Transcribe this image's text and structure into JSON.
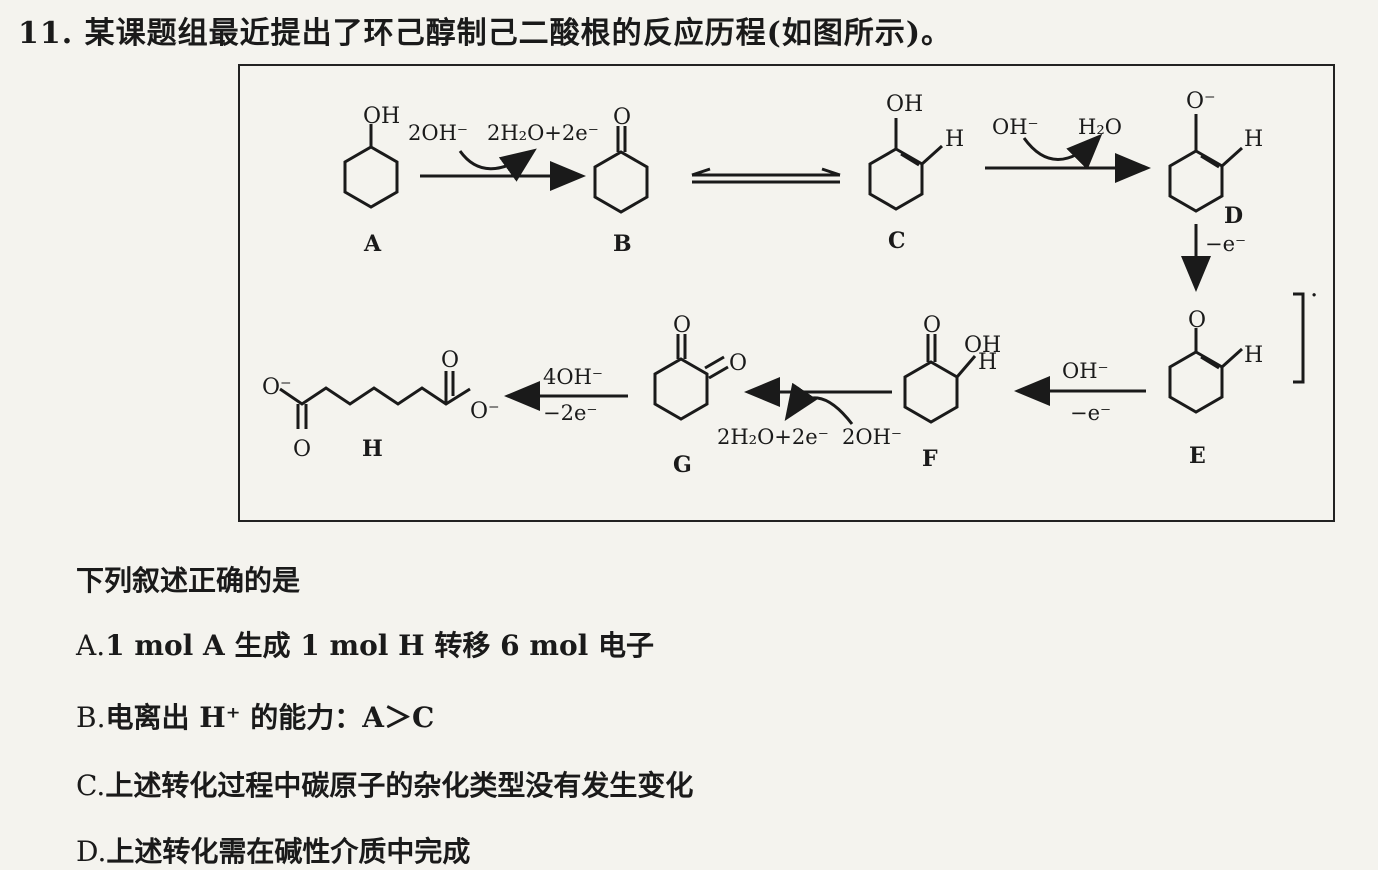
{
  "question": {
    "title": "11. 某课题组最近提出了环己醇制己二酸根的反应历程(如图所示)。",
    "stem": "下列叙述正确的是"
  },
  "diagram": {
    "compounds": {
      "A": "A",
      "B": "B",
      "C": "C",
      "D": "D",
      "E": "E",
      "F": "F",
      "G": "G",
      "H": "H"
    },
    "substituents": {
      "oh": "OH",
      "o": "O",
      "o_minus": "O⁻",
      "h": "H"
    },
    "reagents": {
      "a_to_b_in": "2OH⁻",
      "a_to_b_out": "2H₂O+2e⁻",
      "c_to_d_in": "OH⁻",
      "c_to_d_out": "H₂O",
      "d_to_e": "−e⁻",
      "e_to_f_top": "OH⁻",
      "e_to_f_bottom": "−e⁻",
      "f_to_g_in": "2OH⁻",
      "f_to_g_out": "2H₂O+2e⁻",
      "g_to_h_top": "4OH⁻",
      "g_to_h_bottom": "−2e⁻"
    },
    "radical_mark": "·"
  },
  "options": [
    {
      "letter": "A.",
      "text": "1 mol A 生成 1 mol H 转移 6 mol 电子"
    },
    {
      "letter": "B.",
      "text": "电离出 H⁺ 的能力：A＞C"
    },
    {
      "letter": "C.",
      "text": "上述转化过程中碳原子的杂化类型没有发生变化"
    },
    {
      "letter": "D.",
      "text": "上述转化需在碱性介质中完成"
    }
  ]
}
